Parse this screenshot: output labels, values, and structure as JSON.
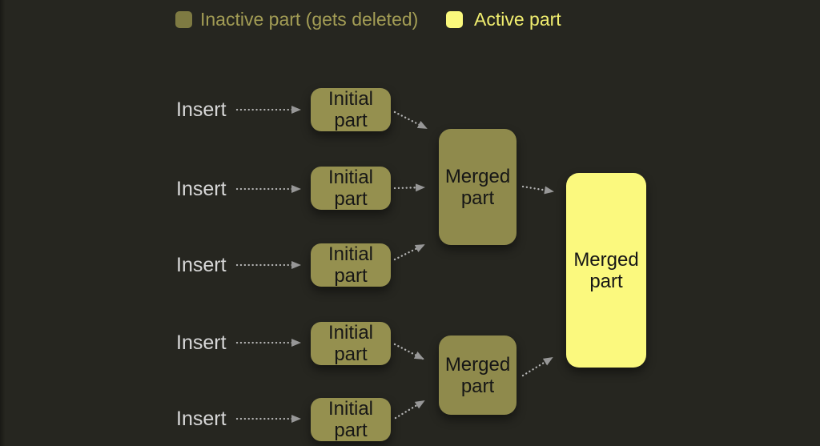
{
  "legend": {
    "inactive_label": "Inactive part (gets deleted)",
    "active_label": "Active part"
  },
  "diagram": {
    "inserts": [
      "Insert",
      "Insert",
      "Insert",
      "Insert",
      "Insert"
    ],
    "initial_parts": [
      "Initial part",
      "Initial part",
      "Initial part",
      "Initial part",
      "Initial part"
    ],
    "merged_parts_inactive": [
      "Merged part",
      "Merged part"
    ],
    "merged_part_active": "Merged part"
  },
  "colors": {
    "background": "#262620",
    "inactive_box_fill": "#95904f",
    "merged_inactive_fill": "#8f8a4c",
    "active_box_fill": "#fbf97e",
    "legend_inactive_swatch": "#7e7a42",
    "legend_inactive_text": "#a39d55",
    "legend_active_text": "#f1ee6f",
    "insert_text": "#d7d7d7",
    "box_text": "#161616",
    "arrow_dots": "#b5b5b5",
    "arrow_head": "#979797"
  }
}
